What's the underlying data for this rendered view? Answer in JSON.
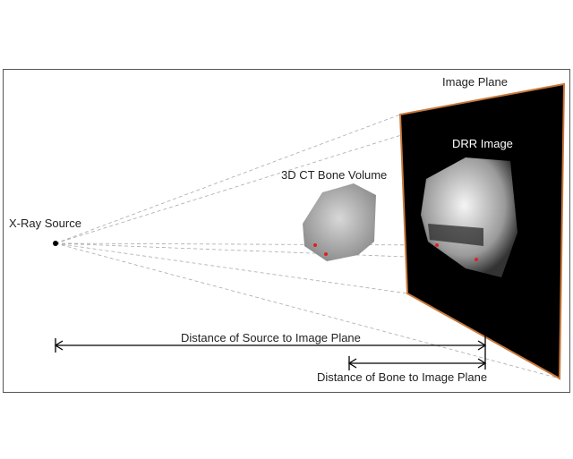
{
  "labels": {
    "image_plane": "Image Plane",
    "drr_image": "DRR Image",
    "ct_volume": "3D CT Bone Volume",
    "xray_source": "X-Ray Source",
    "dist_source": "Distance of Source to Image Plane",
    "dist_bone": "Distance of Bone to Image Plane"
  },
  "colors": {
    "plane": "#000000",
    "plane_edge": "#c8783a",
    "landmark": "#e02020",
    "ray": "#aaaaaa"
  }
}
